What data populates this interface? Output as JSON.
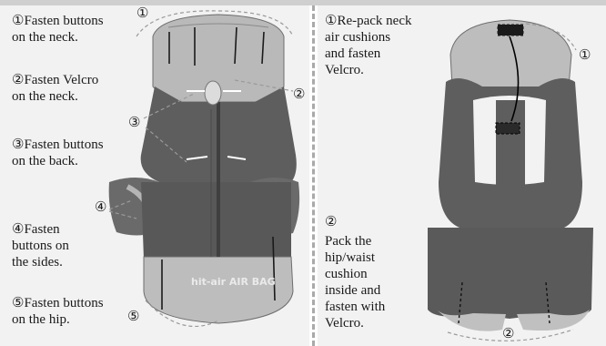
{
  "left": {
    "labels": [
      {
        "marker": "①",
        "text": "Fasten buttons\non the neck."
      },
      {
        "marker": "②",
        "text": "Fasten Velcro\non the neck."
      },
      {
        "marker": "③",
        "text": "Fasten buttons\non the back."
      },
      {
        "marker": "④",
        "text": "Fasten\nbuttons on\nthe sides."
      },
      {
        "marker": "⑤",
        "text": "Fasten buttons\non the hip."
      }
    ],
    "callouts": [
      "①",
      "②",
      "③",
      "④",
      "⑤"
    ],
    "vest_print": "hit-air AIR BAG"
  },
  "right": {
    "label1": {
      "marker": "①",
      "text": "Re-pack neck\nair cushions\nand fasten\nVelcro."
    },
    "label2": {
      "marker": "②",
      "text": "Pack the\nhip/waist\ncushion\ninside and\nfasten with\nVelcro."
    },
    "callouts": [
      "①",
      "②"
    ]
  },
  "colors": {
    "panel": "#f2f2f2",
    "vest": "#5e5e5e",
    "cushion": "#b8b8b8",
    "divider": "#a9a9a9",
    "guide": "#9a9a9a"
  }
}
